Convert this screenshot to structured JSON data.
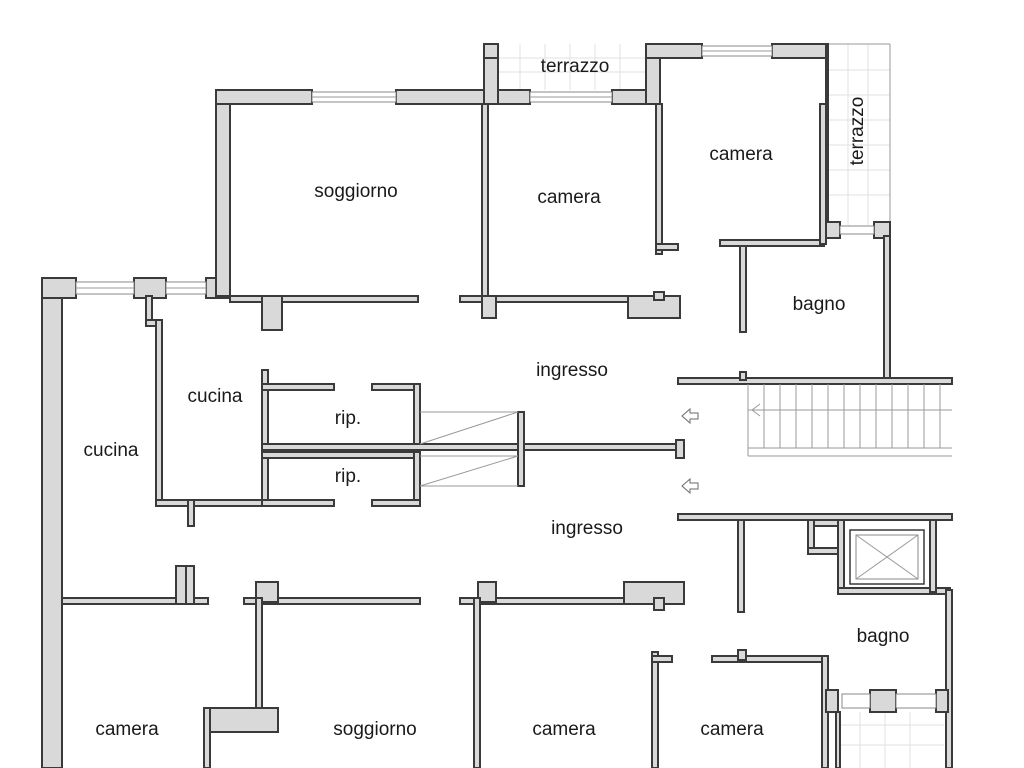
{
  "rooms": {
    "terrazzo_top": "terrazzo",
    "terrazzo_right": "terrazzo",
    "soggiorno_top": "soggiorno",
    "camera_top_mid": "camera",
    "camera_top_right": "camera",
    "bagno_top": "bagno",
    "cucina_left": "cucina",
    "cucina_inner": "cucina",
    "rip_1": "rip.",
    "rip_2": "rip.",
    "ingresso_top": "ingresso",
    "ingresso_bottom": "ingresso",
    "bagno_bottom": "bagno",
    "camera_bottom_left": "camera",
    "soggiorno_bottom": "soggiorno",
    "camera_bottom_mid": "camera",
    "camera_bottom_right": "camera"
  }
}
